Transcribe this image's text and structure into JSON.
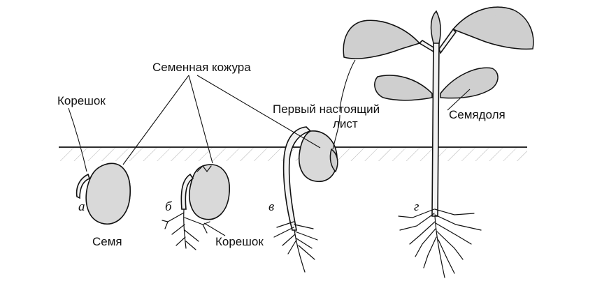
{
  "labels": {
    "seed_coat": "Семенная кожура",
    "root_a": "Корешок",
    "first_true_leaf_line1": "Первый настоящий",
    "first_true_leaf_line2": "лист",
    "cotyledon": "Семядоля",
    "seed": "Семя",
    "root_b": "Корешок"
  },
  "stages": {
    "a": "а",
    "b": "б",
    "v": "в",
    "g": "г"
  }
}
